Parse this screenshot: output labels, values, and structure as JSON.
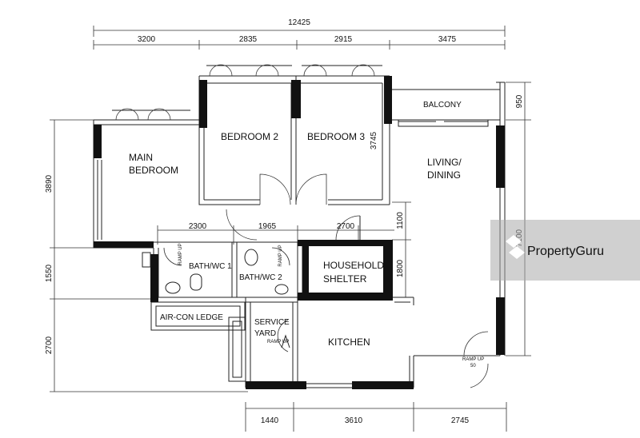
{
  "dimensions": {
    "overall_width": "12425",
    "top": [
      "3200",
      "2835",
      "2915",
      "3475"
    ],
    "bottom": [
      "1440",
      "3610",
      "2745"
    ],
    "left": [
      "3890",
      "1550",
      "2700"
    ],
    "right_top": "950",
    "right_main": "7100",
    "inner_row": [
      "2300",
      "1965",
      "2700"
    ],
    "inner_right": [
      "1100",
      "1800"
    ],
    "bedroom3_depth": "3745"
  },
  "rooms": {
    "main_bedroom_line1": "MAIN",
    "main_bedroom_line2": "BEDROOM",
    "bedroom2": "BEDROOM 2",
    "bedroom3": "BEDROOM 3",
    "balcony": "BALCONY",
    "living_line1": "LIVING/",
    "living_line2": "DINING",
    "bath1": "BATH/WC 1",
    "bath2": "BATH/WC 2",
    "shelter_line1": "HOUSEHOLD",
    "shelter_line2": "SHELTER",
    "aircon": "AIR-CON LEDGE",
    "service_line1": "SERVICE",
    "service_line2": "YARD",
    "kitchen": "KITCHEN"
  },
  "ramps": {
    "ramp_up": "RAMP UP",
    "ramp_up_value": "50"
  },
  "watermark": {
    "brand": "PropertyGuru"
  }
}
